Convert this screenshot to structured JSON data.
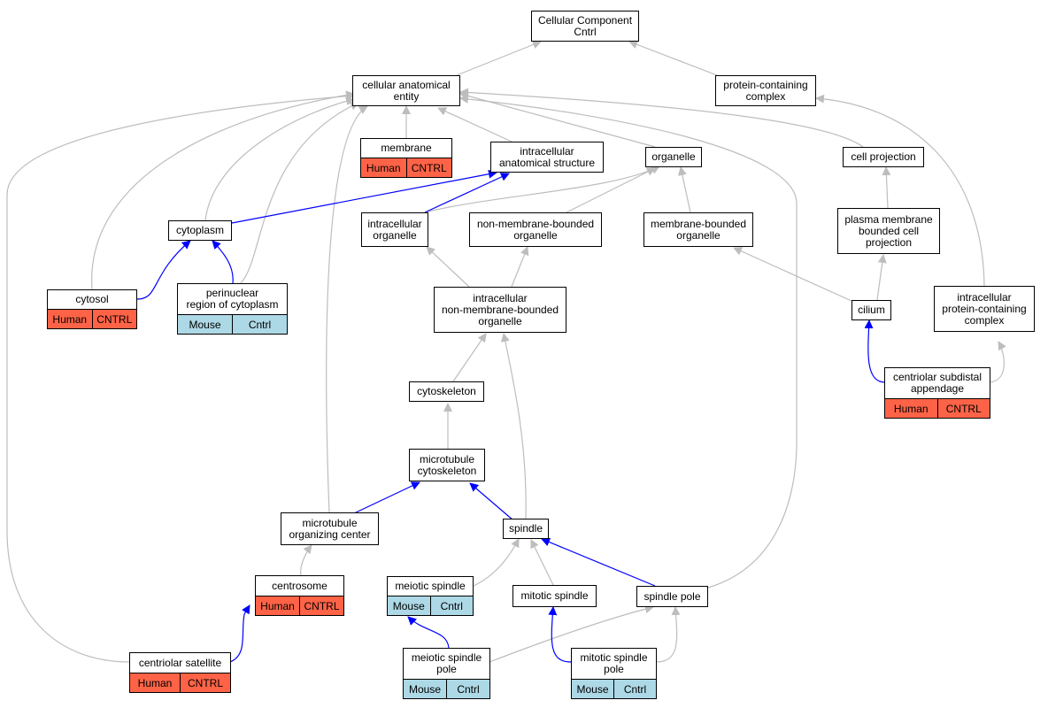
{
  "colors": {
    "edge_default": "#bdbdbd",
    "edge_highlight": "#0000ff",
    "human": "#ff6347",
    "mouse": "#add8e6"
  },
  "nodes": {
    "root": "Cellular Component\nCntrl",
    "cae": "cellular anatomical\nentity",
    "pcc": "protein-containing\ncomplex",
    "membrane": "membrane",
    "ias": "intracellular\nanatomical structure",
    "organelle": "organelle",
    "cellproj": "cell projection",
    "cytoplasm": "cytoplasm",
    "intorg": "intracellular\norganelle",
    "nmbo": "non-membrane-bounded\norganelle",
    "mbo": "membrane-bounded\norganelle",
    "pmbcp": "plasma membrane\nbounded cell\nprojection",
    "cytosol": "cytosol",
    "perinuclear": "perinuclear\nregion of cytoplasm",
    "inmbo": "intracellular\nnon-membrane-bounded\norganelle",
    "cilium": "cilium",
    "ipcc": "intracellular\nprotein-containing\ncomplex",
    "cytoskeleton": "cytoskeleton",
    "csa": "centriolar subdistal\nappendage",
    "mtcyto": "microtubule\ncytoskeleton",
    "mtoc": "microtubule\norganizing center",
    "spindle": "spindle",
    "centrosome": "centrosome",
    "meioticspindle": "meiotic spindle",
    "mitoticspindle": "mitotic spindle",
    "spindlepole": "spindle pole",
    "centsat": "centriolar satellite",
    "msp": "meiotic spindle\npole",
    "mitsp": "mitotic spindle\npole"
  },
  "tags": {
    "human": "Human",
    "cntrl_upper": "CNTRL",
    "mouse": "Mouse",
    "cntrl": "Cntrl"
  }
}
